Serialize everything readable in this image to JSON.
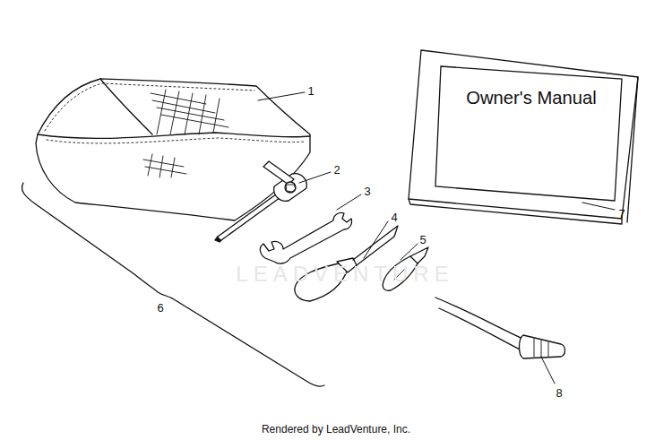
{
  "diagram": {
    "nodes": [
      {
        "text": [
          "Owner's Manual"
        ]
      }
    ],
    "labels": [
      "1",
      "2",
      "3",
      "4",
      "5",
      "6",
      "7",
      "8",
      "LEADVENTURE",
      "Rendered by LeadVenture, Inc."
    ]
  }
}
